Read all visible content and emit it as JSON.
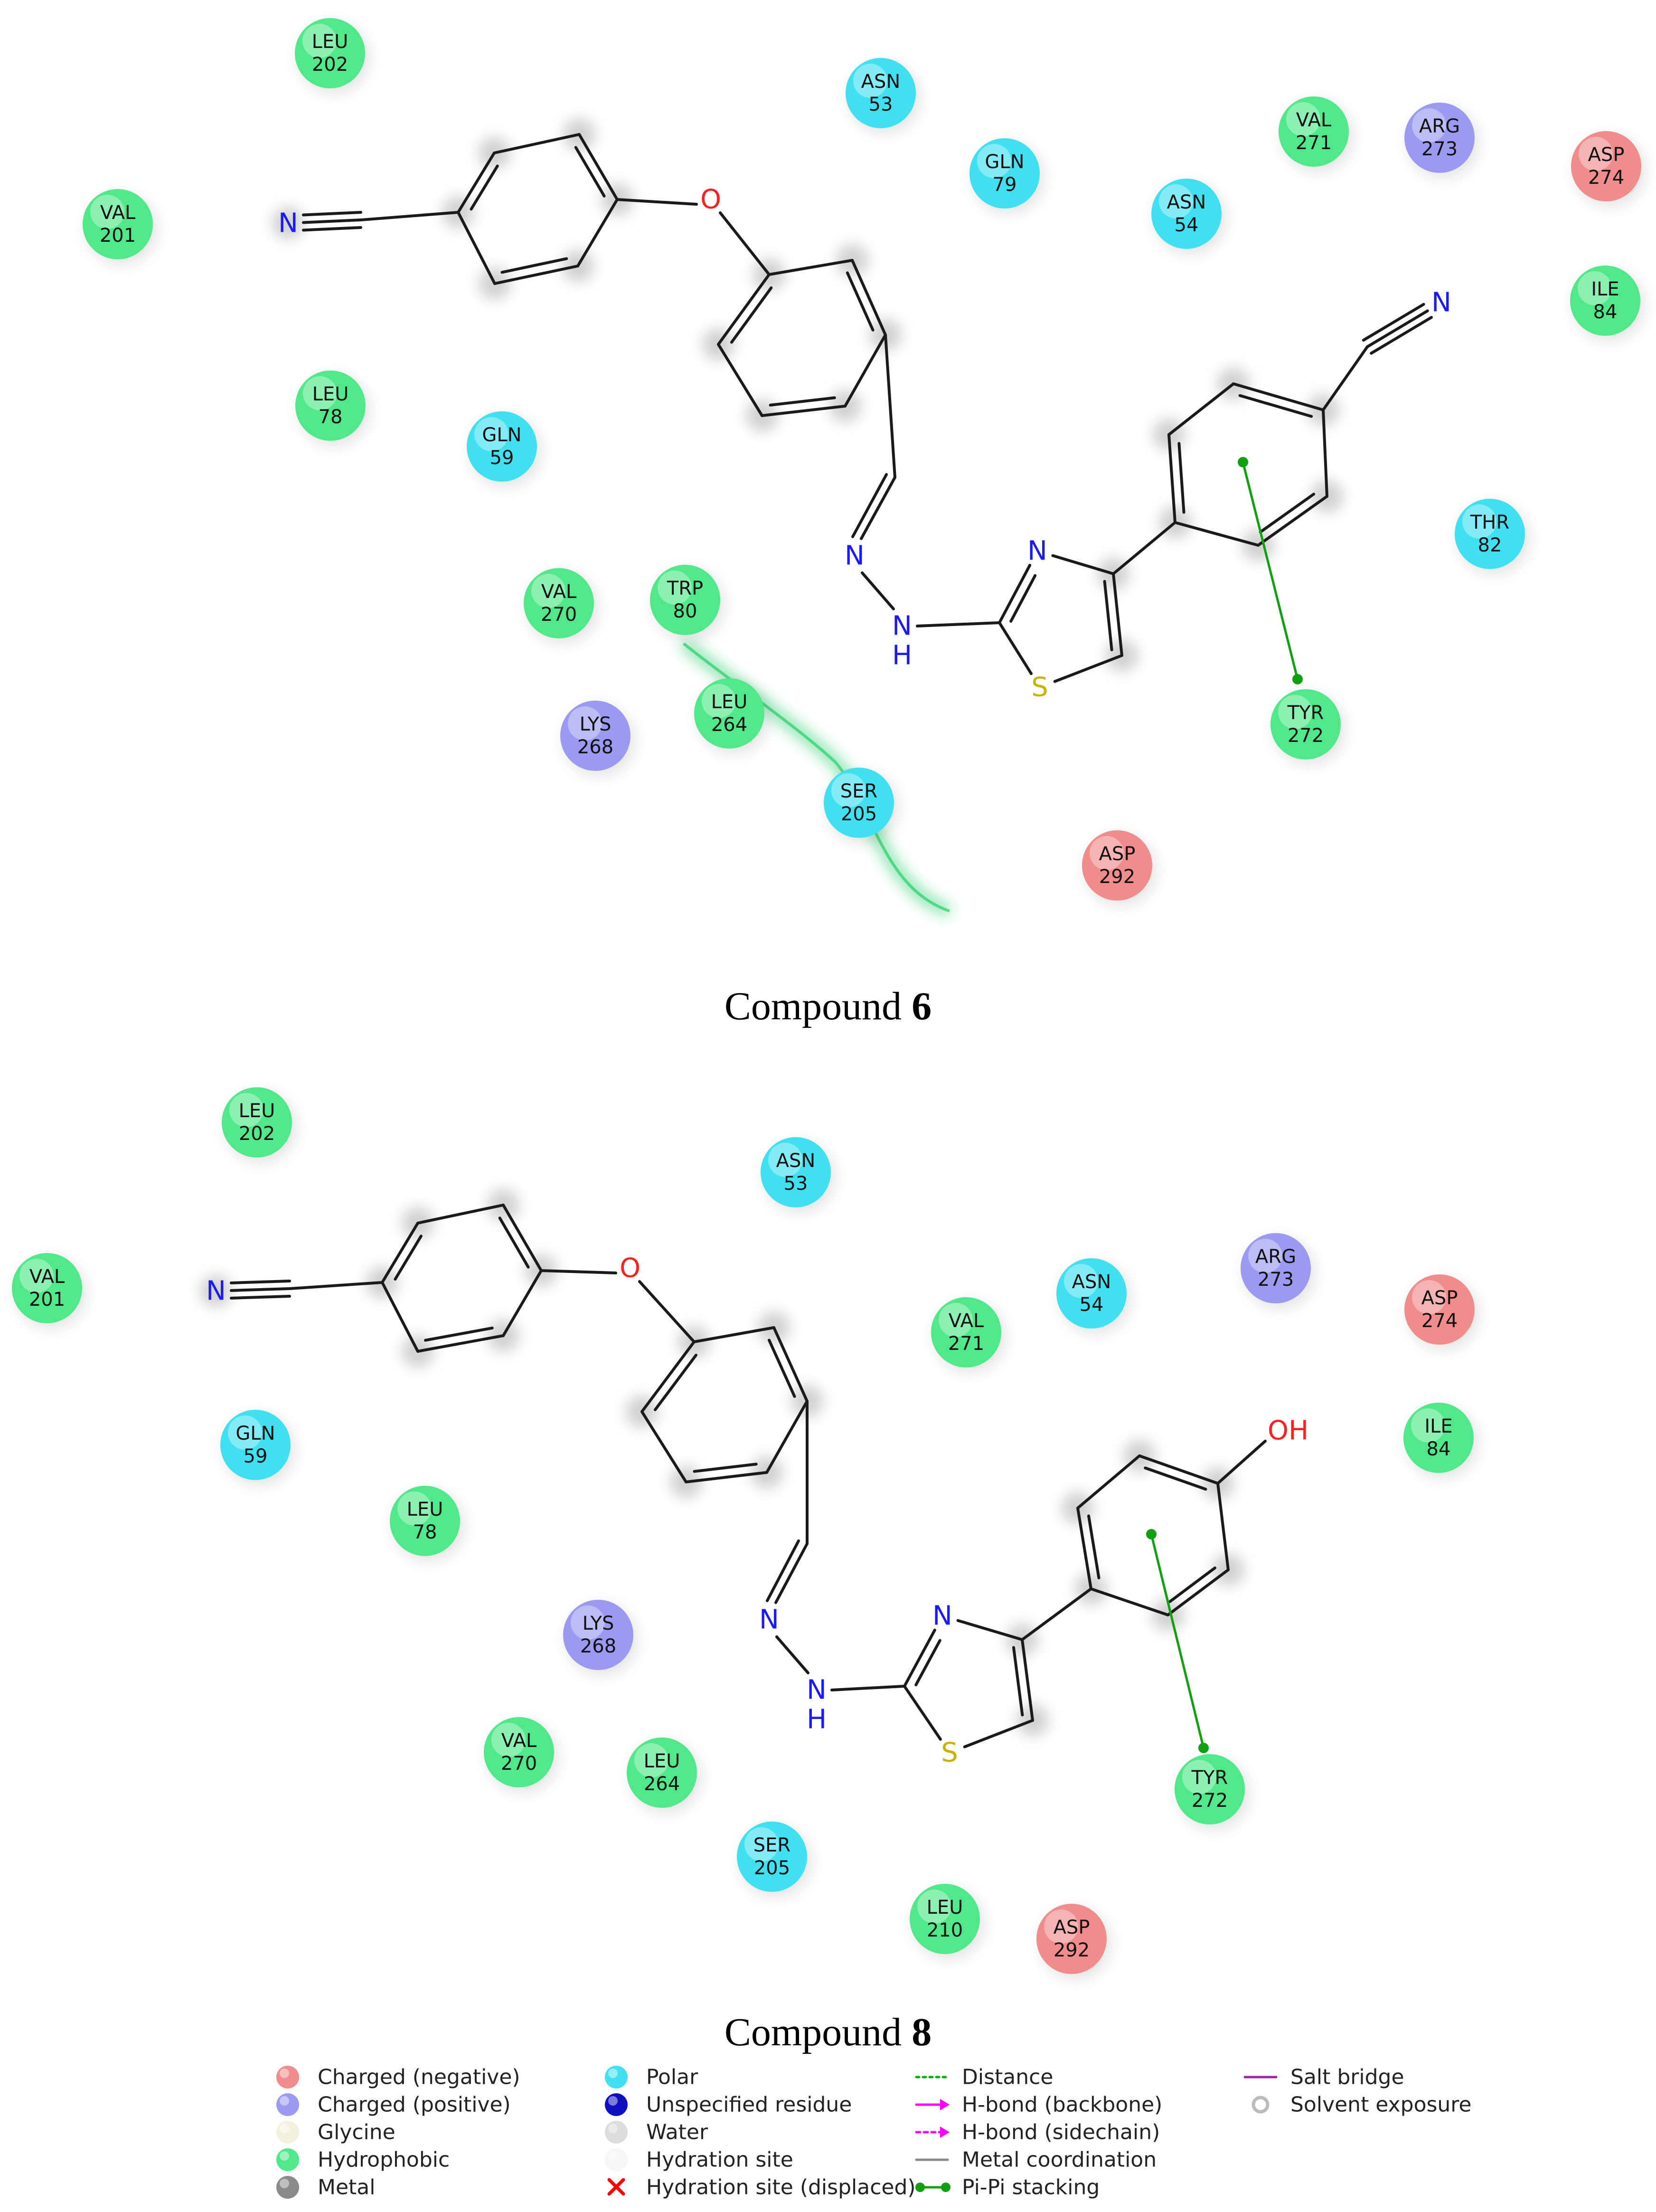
{
  "panels": [
    {
      "caption_text": "Compound ",
      "caption_number": "6",
      "atoms": [
        {
          "label": "N",
          "color": "#1a1aff"
        },
        {
          "label": "O",
          "color": "#ff2020"
        },
        {
          "label": "N",
          "color": "#1a1aff"
        },
        {
          "label": "N",
          "color": "#1a1aff"
        },
        {
          "label": "N",
          "color": "#1a1aff"
        },
        {
          "label": "H",
          "color": "#1a1aff"
        },
        {
          "label": "S",
          "color": "#c8b400"
        },
        {
          "label": "N",
          "color": "#1a1aff"
        }
      ],
      "residues": [
        {
          "name": "LEU",
          "num": "202",
          "type": "hydrophobic"
        },
        {
          "name": "ASN",
          "num": "53",
          "type": "polar"
        },
        {
          "name": "VAL",
          "num": "271",
          "type": "hydrophobic"
        },
        {
          "name": "ARG",
          "num": "273",
          "type": "positive"
        },
        {
          "name": "ASP",
          "num": "274",
          "type": "negative"
        },
        {
          "name": "GLN",
          "num": "79",
          "type": "polar"
        },
        {
          "name": "ASN",
          "num": "54",
          "type": "polar"
        },
        {
          "name": "VAL",
          "num": "201",
          "type": "hydrophobic"
        },
        {
          "name": "ILE",
          "num": "84",
          "type": "hydrophobic"
        },
        {
          "name": "LEU",
          "num": "78",
          "type": "hydrophobic"
        },
        {
          "name": "GLN",
          "num": "59",
          "type": "polar"
        },
        {
          "name": "THR",
          "num": "82",
          "type": "polar"
        },
        {
          "name": "VAL",
          "num": "270",
          "type": "hydrophobic"
        },
        {
          "name": "TRP",
          "num": "80",
          "type": "hydrophobic"
        },
        {
          "name": "LEU",
          "num": "264",
          "type": "hydrophobic"
        },
        {
          "name": "LYS",
          "num": "268",
          "type": "positive"
        },
        {
          "name": "TYR",
          "num": "272",
          "type": "hydrophobic"
        },
        {
          "name": "SER",
          "num": "205",
          "type": "polar"
        },
        {
          "name": "ASP",
          "num": "292",
          "type": "negative"
        }
      ]
    },
    {
      "caption_text": "Compound ",
      "caption_number": "8",
      "atoms": [
        {
          "label": "N",
          "color": "#1a1aff"
        },
        {
          "label": "O",
          "color": "#ff2020"
        },
        {
          "label": "N",
          "color": "#1a1aff"
        },
        {
          "label": "N",
          "color": "#1a1aff"
        },
        {
          "label": "N",
          "color": "#1a1aff"
        },
        {
          "label": "H",
          "color": "#1a1aff"
        },
        {
          "label": "S",
          "color": "#c8b400"
        },
        {
          "label": "OH",
          "color": "#ff2020"
        }
      ],
      "residues": [
        {
          "name": "LEU",
          "num": "202",
          "type": "hydrophobic"
        },
        {
          "name": "ASN",
          "num": "53",
          "type": "polar"
        },
        {
          "name": "VAL",
          "num": "201",
          "type": "hydrophobic"
        },
        {
          "name": "ASN",
          "num": "54",
          "type": "polar"
        },
        {
          "name": "ARG",
          "num": "273",
          "type": "positive"
        },
        {
          "name": "ASP",
          "num": "274",
          "type": "negative"
        },
        {
          "name": "VAL",
          "num": "271",
          "type": "hydrophobic"
        },
        {
          "name": "GLN",
          "num": "59",
          "type": "polar"
        },
        {
          "name": "ILE",
          "num": "84",
          "type": "hydrophobic"
        },
        {
          "name": "LEU",
          "num": "78",
          "type": "hydrophobic"
        },
        {
          "name": "LYS",
          "num": "268",
          "type": "positive"
        },
        {
          "name": "VAL",
          "num": "270",
          "type": "hydrophobic"
        },
        {
          "name": "LEU",
          "num": "264",
          "type": "hydrophobic"
        },
        {
          "name": "TYR",
          "num": "272",
          "type": "hydrophobic"
        },
        {
          "name": "SER",
          "num": "205",
          "type": "polar"
        },
        {
          "name": "LEU",
          "num": "210",
          "type": "hydrophobic"
        },
        {
          "name": "ASP",
          "num": "292",
          "type": "negative"
        }
      ]
    }
  ],
  "legend": [
    {
      "label": "Charged (negative)",
      "kind": "dot",
      "color": "#f08c8c"
    },
    {
      "label": "Charged (positive)",
      "kind": "dot",
      "color": "#9a9af0"
    },
    {
      "label": "Glycine",
      "kind": "dot",
      "color": "#f2f2dc"
    },
    {
      "label": "Hydrophobic",
      "kind": "dot",
      "color": "#50e88a"
    },
    {
      "label": "Metal",
      "kind": "dot",
      "color": "#8a8a8a"
    },
    {
      "label": "Polar",
      "kind": "dot",
      "color": "#40e0f0"
    },
    {
      "label": "Unspecified residue",
      "kind": "dot",
      "color": "#1010c0"
    },
    {
      "label": "Water",
      "kind": "dot",
      "color": "#dcdcdc"
    },
    {
      "label": "Hydration site",
      "kind": "dot",
      "color": "#f6f6f6"
    },
    {
      "label": "Hydration site (displaced)",
      "kind": "cross",
      "color": "#ff0000"
    },
    {
      "label": "Distance",
      "kind": "dotted",
      "color": "#00b000"
    },
    {
      "label": "H-bond (backbone)",
      "kind": "arrow",
      "color": "#ff00ff"
    },
    {
      "label": "H-bond (sidechain)",
      "kind": "arrowdash",
      "color": "#ff00ff"
    },
    {
      "label": "Metal coordination",
      "kind": "line",
      "color": "#888888"
    },
    {
      "label": "Pi-Pi stacking",
      "kind": "pipi",
      "color": "#10a010"
    },
    {
      "label": "Salt bridge",
      "kind": "line",
      "color": "#a020a0"
    },
    {
      "label": "Solvent exposure",
      "kind": "ring",
      "color": "#bbbbbb"
    }
  ],
  "colors": {
    "hydrophobic": "#50e88a",
    "polar": "#40e0f0",
    "positive": "#9a9af0",
    "negative": "#f08c8c",
    "bond": "#1a1a1a",
    "pipi": "#10a010",
    "pocket": "#30d070"
  }
}
